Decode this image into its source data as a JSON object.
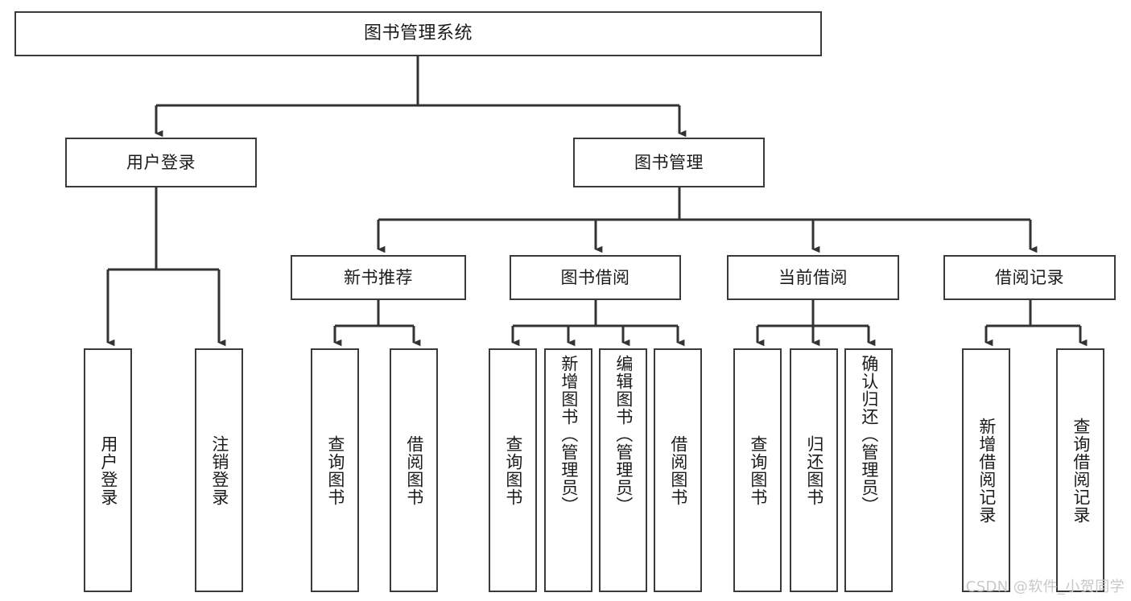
{
  "diagram": {
    "type": "tree-hierarchy",
    "title": "图书管理系统",
    "orientation": "top-down",
    "colors": {
      "background": "#ffffff",
      "box_border": "#3a3a3a",
      "box_fill": "#ffffff",
      "text": "#1b1b1b",
      "connector": "#333333",
      "watermark": "#c8c8c8"
    },
    "root": {
      "id": "root",
      "label": "图书管理系统",
      "orientation": "horizontal"
    },
    "level2": [
      {
        "id": "user-login",
        "label": "用户登录",
        "orientation": "horizontal"
      },
      {
        "id": "book-manage",
        "label": "图书管理",
        "orientation": "horizontal"
      }
    ],
    "level3": [
      {
        "id": "new-book-recommend",
        "label": "新书推荐",
        "orientation": "horizontal",
        "parent": "book-manage"
      },
      {
        "id": "book-borrow",
        "label": "图书借阅",
        "orientation": "horizontal",
        "parent": "book-manage"
      },
      {
        "id": "current-borrow",
        "label": "当前借阅",
        "orientation": "horizontal",
        "parent": "book-manage"
      },
      {
        "id": "borrow-record",
        "label": "借阅记录",
        "orientation": "horizontal",
        "parent": "book-manage"
      }
    ],
    "leaves": [
      {
        "id": "leaf-user-login",
        "label": "用户登录",
        "orientation": "vertical",
        "parent": "user-login"
      },
      {
        "id": "leaf-user-logout",
        "label": "注销登录",
        "orientation": "vertical",
        "parent": "user-login"
      },
      {
        "id": "leaf-query-book-1",
        "label": "查询图书",
        "orientation": "vertical",
        "parent": "new-book-recommend"
      },
      {
        "id": "leaf-borrow-book-1",
        "label": "借阅图书",
        "orientation": "vertical",
        "parent": "new-book-recommend"
      },
      {
        "id": "leaf-query-book-2",
        "label": "查询图书",
        "orientation": "vertical",
        "parent": "book-borrow"
      },
      {
        "id": "leaf-add-book",
        "label": "新增图书（管理员）",
        "orientation": "vertical",
        "parent": "book-borrow"
      },
      {
        "id": "leaf-edit-book",
        "label": "编辑图书（管理员）",
        "orientation": "vertical",
        "parent": "book-borrow"
      },
      {
        "id": "leaf-borrow-book-2",
        "label": "借阅图书",
        "orientation": "vertical",
        "parent": "book-borrow"
      },
      {
        "id": "leaf-query-book-3",
        "label": "查询图书",
        "orientation": "vertical",
        "parent": "current-borrow"
      },
      {
        "id": "leaf-return-book",
        "label": "归还图书",
        "orientation": "vertical",
        "parent": "current-borrow"
      },
      {
        "id": "leaf-confirm-return",
        "label": "确认归还（管理员）",
        "orientation": "vertical",
        "parent": "current-borrow"
      },
      {
        "id": "leaf-add-record",
        "label": "新增借阅记录",
        "orientation": "vertical",
        "parent": "borrow-record"
      },
      {
        "id": "leaf-query-record",
        "label": "查询借阅记录",
        "orientation": "vertical",
        "parent": "borrow-record"
      }
    ]
  },
  "watermark": {
    "text": "CSDN @软件_小贺同学"
  }
}
